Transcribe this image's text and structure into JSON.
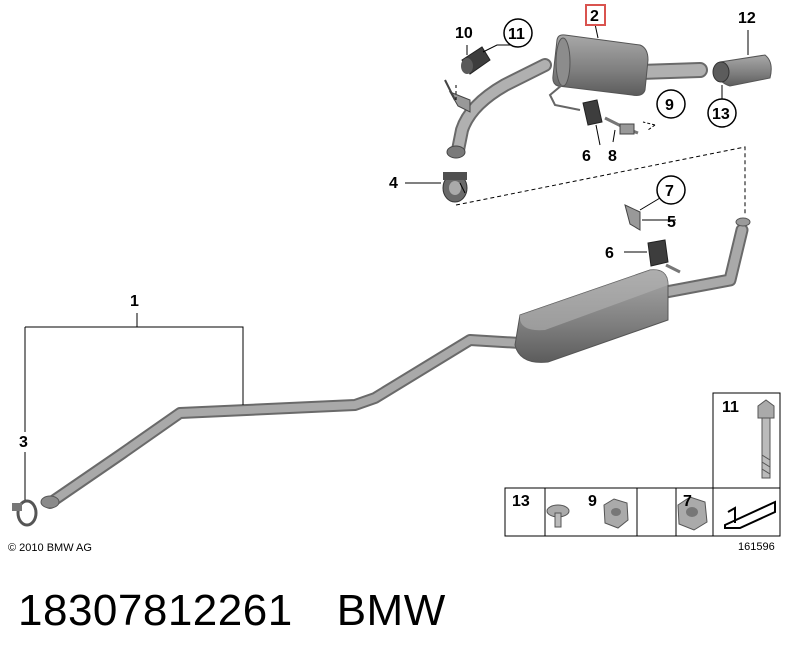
{
  "diagram": {
    "callouts": [
      {
        "id": "c1",
        "label": "1"
      },
      {
        "id": "c2",
        "label": "2"
      },
      {
        "id": "c3",
        "label": "3"
      },
      {
        "id": "c4",
        "label": "4"
      },
      {
        "id": "c5",
        "label": "5"
      },
      {
        "id": "c6a",
        "label": "6"
      },
      {
        "id": "c6b",
        "label": "6"
      },
      {
        "id": "c7a",
        "label": "7"
      },
      {
        "id": "c7b",
        "label": "7"
      },
      {
        "id": "c8",
        "label": "8"
      },
      {
        "id": "c9",
        "label": "9"
      },
      {
        "id": "c10",
        "label": "10"
      },
      {
        "id": "c11",
        "label": "11"
      },
      {
        "id": "c12",
        "label": "12"
      },
      {
        "id": "c13",
        "label": "13"
      }
    ],
    "legend": {
      "bolt": "11",
      "screw": "13",
      "nut_a": "9",
      "nut_b": "7"
    },
    "copyright": "© 2010 BMW AG",
    "reference": "161596"
  },
  "caption": {
    "part_number": "18307812261",
    "brand": "BMW"
  },
  "colors": {
    "highlight": "#d9534f",
    "pipe": "#8e8e8e",
    "muffler": "#7a7a7a"
  }
}
